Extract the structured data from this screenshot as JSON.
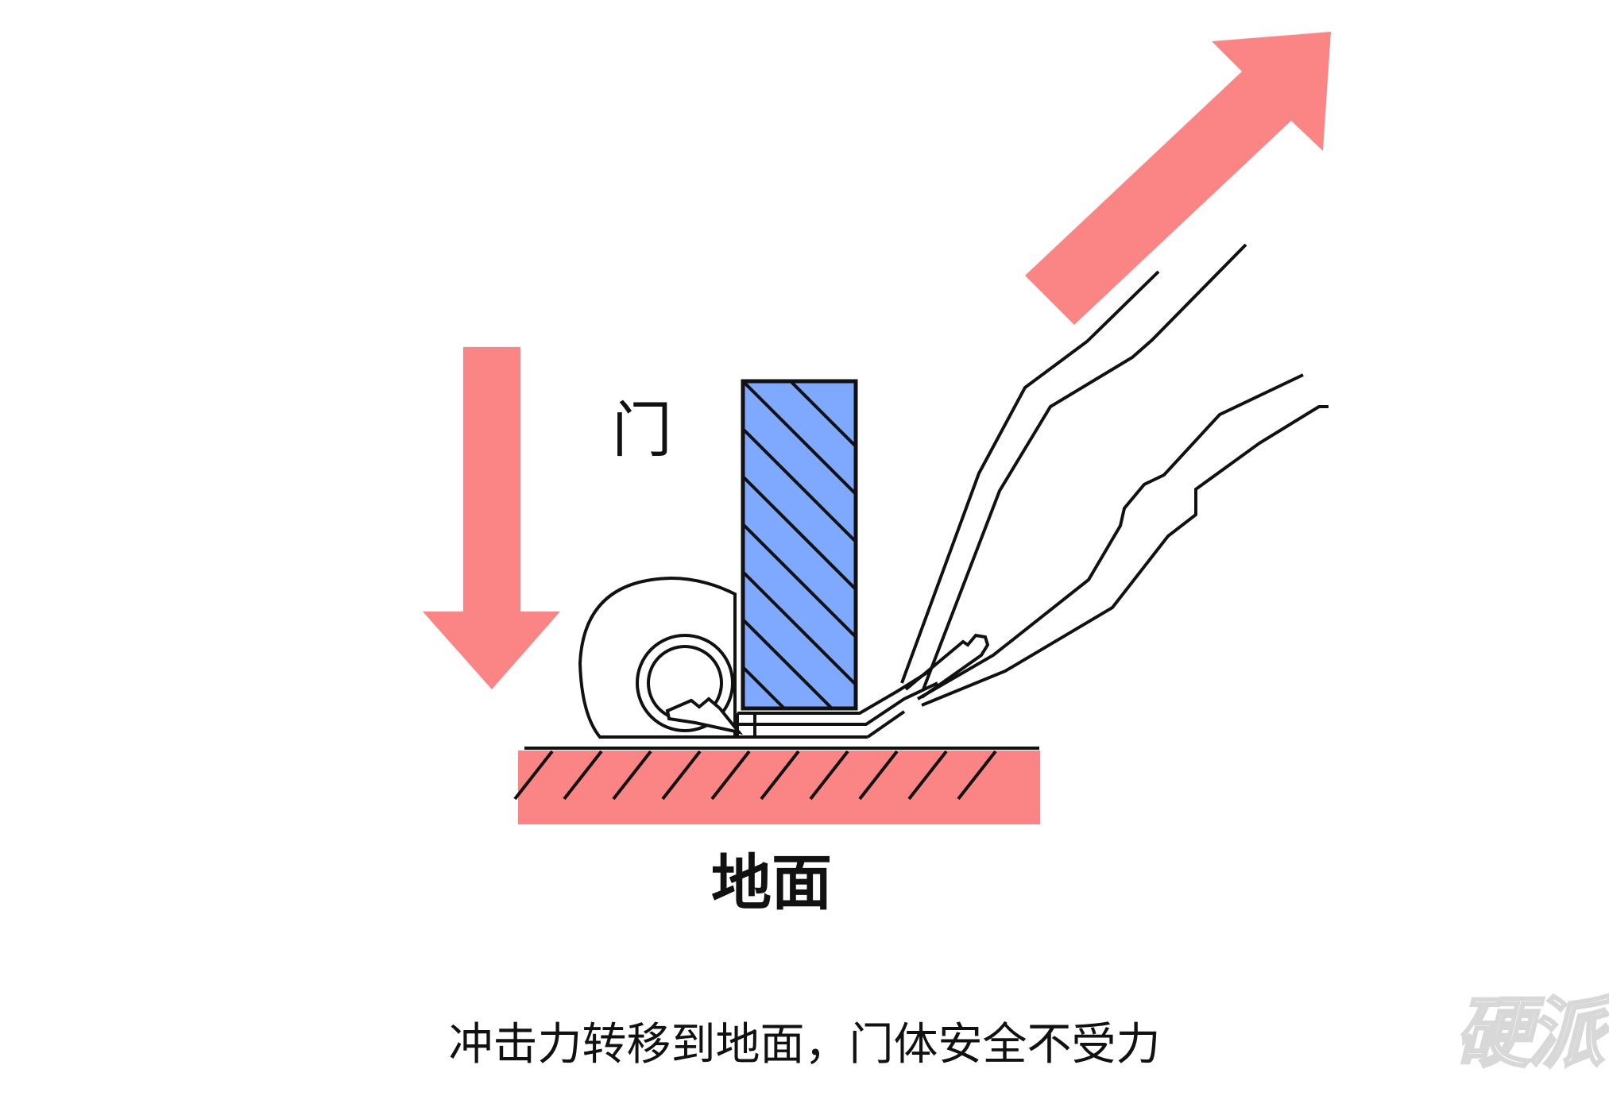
{
  "labels": {
    "door": "门",
    "ground": "地面"
  },
  "caption": "冲击力转移到地面，门体安全不受力",
  "watermark": "硬派",
  "colors": {
    "force_arrow": "#fb8585",
    "ground_fill": "#fb8585",
    "door_fill": "#7fa9ff",
    "outline": "#111111",
    "background": "#ffffff"
  },
  "icons": {
    "down_arrow": "impact-force-down-arrow-icon",
    "up_arrow": "force-release-up-arrow-icon"
  }
}
